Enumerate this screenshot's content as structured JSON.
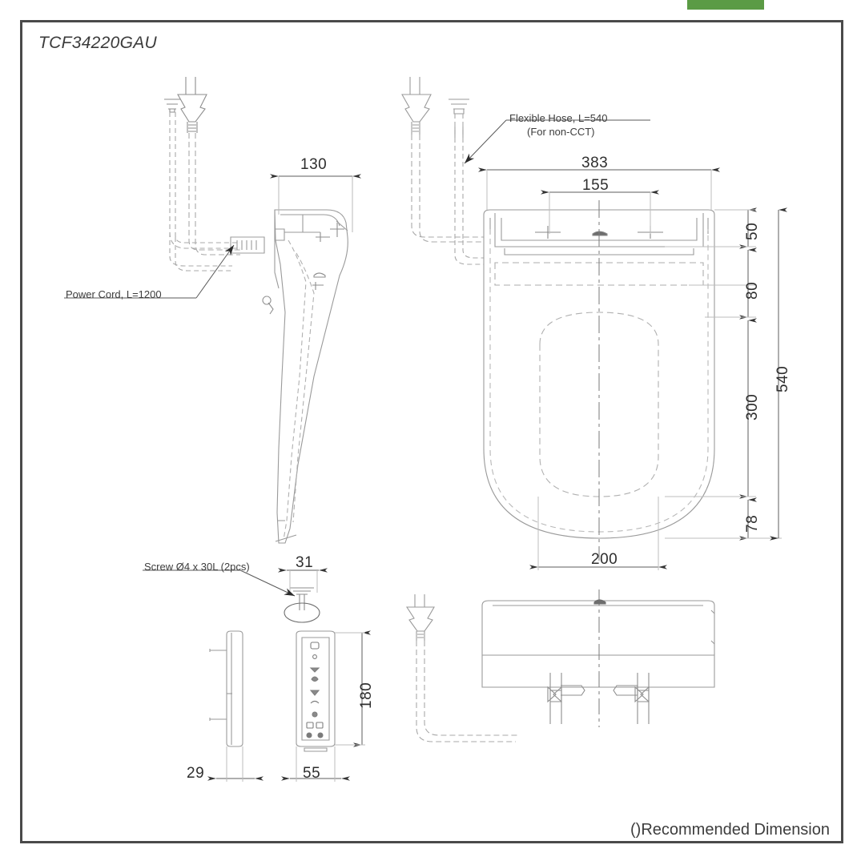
{
  "document": {
    "model_title": "TCF34220GAU",
    "footer_note": "()Recommended Dimension",
    "accent_color": "#5b9b45",
    "line_color": "#8c8c8c",
    "frame_color": "#4a4a4a"
  },
  "annotations": {
    "power_cord": "Power Cord, L=1200",
    "flexible_hose_line1": "Flexible Hose, L=540",
    "flexible_hose_line2": "(For non-CCT)",
    "screw": "Screw Ø4 x 30L (2pcs)"
  },
  "dimensions": {
    "side_view_depth": "130",
    "plan_width_total": "383",
    "plan_width_inner": "155",
    "plan_height_lid": "50",
    "plan_height_body": "80",
    "plan_height_seat": "300",
    "plan_height_front": "78",
    "plan_height_total": "540",
    "plan_bowl_width": "200",
    "screw_head": "31",
    "remote_depth": "29",
    "remote_width": "55",
    "remote_height": "180"
  },
  "views": {
    "side_view": "side-elevation-washlet",
    "plan_view": "top-plan-washlet",
    "screw_detail": "screw-detail",
    "remote_side": "remote-side-view",
    "remote_front": "remote-front-view",
    "front_view": "front-elevation-washlet"
  }
}
